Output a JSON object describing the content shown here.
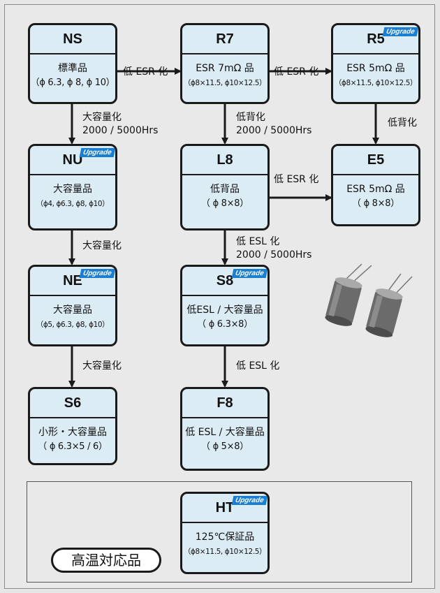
{
  "boxes": {
    "ns": {
      "code": "NS",
      "line1": "標準品",
      "line2": "（ϕ 6.3, ϕ 8, ϕ 10）",
      "badge": ""
    },
    "r7": {
      "code": "R7",
      "line1": "ESR  7mΩ 品",
      "line2": "（ϕ8×11.5, ϕ10×12.5）",
      "badge": ""
    },
    "r5": {
      "code": "R5",
      "line1": "ESR  5mΩ 品",
      "line2": "（ϕ8×11.5, ϕ10×12.5）",
      "badge": "Upgrade"
    },
    "nu": {
      "code": "NU",
      "line1": "大容量品",
      "line2": "（ϕ4, ϕ6.3, ϕ8, ϕ10）",
      "badge": "Upgrade"
    },
    "l8": {
      "code": "L8",
      "line1": "低背品",
      "line2": "（ ϕ 8×8）",
      "badge": ""
    },
    "e5": {
      "code": "E5",
      "line1": "ESR  5mΩ 品",
      "line2": "（ ϕ 8×8）",
      "badge": ""
    },
    "ne": {
      "code": "NE",
      "line1": "大容量品",
      "line2": "（ϕ5, ϕ6.3, ϕ8, ϕ10）",
      "badge": "Upgrade"
    },
    "s8": {
      "code": "S8",
      "line1": "低ESL / 大容量品",
      "line2": "（ ϕ 6.3×8）",
      "badge": "Upgrade"
    },
    "s6": {
      "code": "S6",
      "line1": "小形・大容量品",
      "line2": "（ ϕ 6.3×5 / 6）",
      "badge": ""
    },
    "f8": {
      "code": "F8",
      "line1": "低 ESL / 大容量品",
      "line2": "（ ϕ 5×8）",
      "badge": ""
    },
    "ht": {
      "code": "HT",
      "line1": "125℃保証品",
      "line2": "（ϕ8×11.5, ϕ10×12.5）",
      "badge": "Upgrade"
    }
  },
  "arrows": {
    "ns_r7": "低 ESR 化",
    "r7_r5": "低 ESR 化",
    "ns_nu_1": "大容量化",
    "ns_nu_2": "2000 / 5000Hrs",
    "r7_l8_1": "低背化",
    "r7_l8_2": "2000 / 5000Hrs",
    "r5_e5": "低背化",
    "l8_e5": "低 ESR 化",
    "nu_ne": "大容量化",
    "l8_s8_1": "低 ESL 化",
    "l8_s8_2": "2000 / 5000Hrs",
    "ne_s6": "大容量化",
    "s8_f8": "低 ESL 化"
  },
  "high_temp_label": "高温対応品"
}
